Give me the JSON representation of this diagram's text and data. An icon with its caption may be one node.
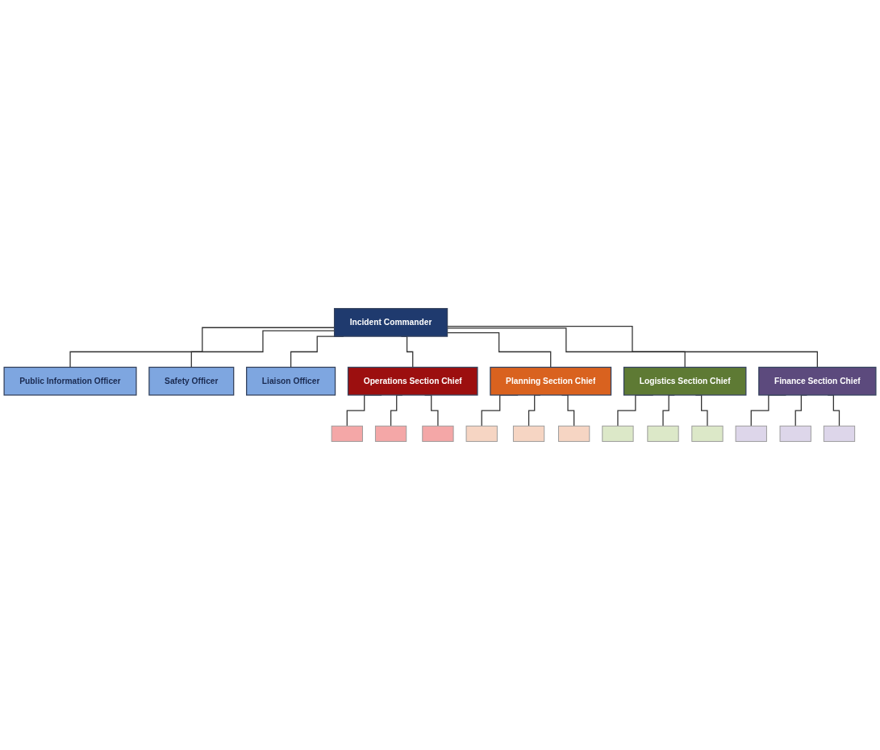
{
  "diagram": {
    "nodes": [
      {
        "text": [
          "Incident Commander"
        ]
      },
      {
        "text": [
          "Public Information Officer"
        ]
      },
      {
        "text": [
          "Safety Officer"
        ]
      },
      {
        "text": [
          "Liaison Officer"
        ]
      },
      {
        "text": [
          "Operations Section Chief"
        ]
      },
      {
        "text": [
          "Planning Section Chief"
        ]
      },
      {
        "text": [
          "Logistics Section Chief"
        ]
      },
      {
        "text": [
          "Finance Section Chief"
        ]
      },
      {
        "text": [],
        "shape": "box"
      },
      {
        "text": [],
        "shape": "box"
      },
      {
        "text": [],
        "shape": "box"
      },
      {
        "text": [],
        "shape": "box"
      },
      {
        "text": [],
        "shape": "box"
      },
      {
        "text": [],
        "shape": "box"
      },
      {
        "text": [],
        "shape": "box"
      },
      {
        "text": [],
        "shape": "box"
      },
      {
        "text": [],
        "shape": "box"
      },
      {
        "text": [],
        "shape": "box"
      },
      {
        "text": [],
        "shape": "box"
      },
      {
        "text": [],
        "shape": "box"
      }
    ],
    "edges": [
      {
        "from": 0,
        "to": 1,
        "arrow": "none"
      },
      {
        "from": 0,
        "to": 2,
        "arrow": "none"
      },
      {
        "from": 0,
        "to": 3,
        "arrow": "none"
      },
      {
        "from": 0,
        "to": 4,
        "arrow": "none"
      },
      {
        "from": 0,
        "to": 5,
        "arrow": "none"
      },
      {
        "from": 0,
        "to": 6,
        "arrow": "none"
      },
      {
        "from": 0,
        "to": 7,
        "arrow": "none"
      },
      {
        "from": 4,
        "to": 8,
        "arrow": "none"
      },
      {
        "from": 4,
        "to": 9,
        "arrow": "none"
      },
      {
        "from": 4,
        "to": 10,
        "arrow": "none"
      },
      {
        "from": 5,
        "to": 11,
        "arrow": "none"
      },
      {
        "from": 5,
        "to": 12,
        "arrow": "none"
      },
      {
        "from": 5,
        "to": 13,
        "arrow": "none"
      },
      {
        "from": 6,
        "to": 14,
        "arrow": "none"
      },
      {
        "from": 6,
        "to": 15,
        "arrow": "none"
      },
      {
        "from": 6,
        "to": 16,
        "arrow": "none"
      },
      {
        "from": 7,
        "to": 17,
        "arrow": "none"
      },
      {
        "from": 7,
        "to": 18,
        "arrow": "none"
      },
      {
        "from": 7,
        "to": 19,
        "arrow": "none"
      }
    ]
  }
}
